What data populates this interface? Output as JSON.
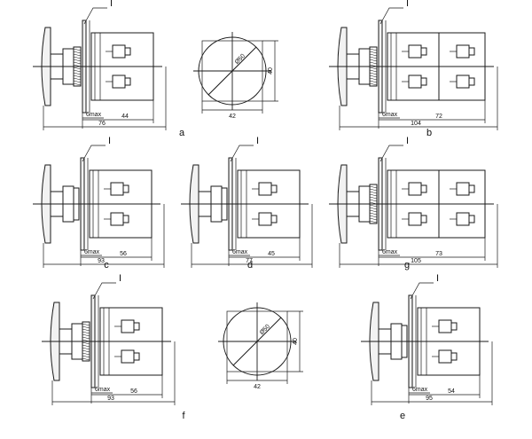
{
  "pointer_label": "I",
  "clearance_label": "6max",
  "circle_views": [
    {
      "id": "top",
      "diameter": "Ø50",
      "width": "42",
      "height": "40"
    },
    {
      "id": "bottom",
      "diameter": "Ø50",
      "width": "42",
      "height": "40"
    }
  ],
  "views": [
    {
      "id": "a",
      "label": "a",
      "inner": "44",
      "overall": "76"
    },
    {
      "id": "b",
      "label": "b",
      "inner": "72",
      "overall": "104"
    },
    {
      "id": "c",
      "label": "c",
      "inner": "56",
      "overall": "93"
    },
    {
      "id": "d",
      "label": "d",
      "inner": "45",
      "overall": "77"
    },
    {
      "id": "g",
      "label": "g",
      "inner": "73",
      "overall": "105"
    },
    {
      "id": "f",
      "label": "f",
      "inner": "56",
      "overall": "93"
    },
    {
      "id": "e",
      "label": "e",
      "inner": "54",
      "overall": "95"
    }
  ]
}
